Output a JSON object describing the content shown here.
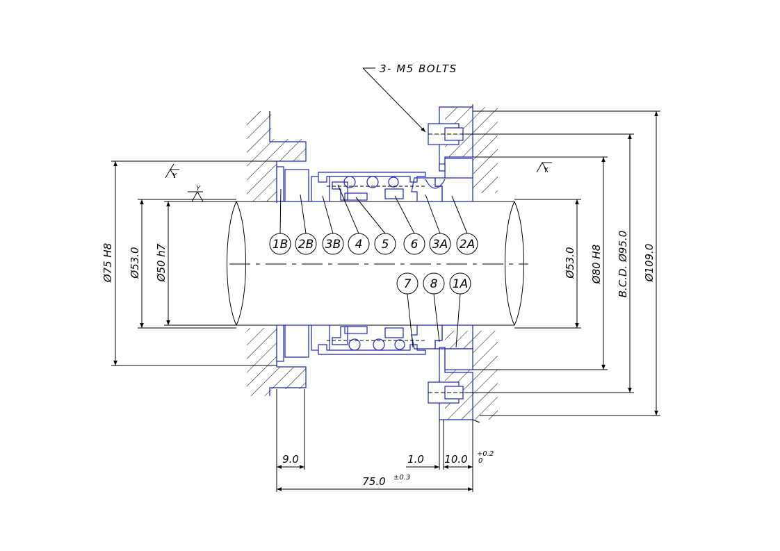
{
  "bolt_note": "3- M5 BOLTS",
  "surface_mark": "Y",
  "part_labels": {
    "upper": [
      "1B",
      "2B",
      "3B",
      "4",
      "5",
      "6",
      "3A",
      "2A"
    ],
    "lower": [
      "7",
      "8",
      "1A"
    ]
  },
  "dimensions": {
    "left": [
      "Ø75 H8",
      "Ø53.0",
      "Ø50 h7"
    ],
    "right": [
      "Ø53.0",
      "Ø80 H8",
      "B.C.D. Ø95.0",
      "Ø109.0"
    ],
    "bottom": {
      "width_9": "9.0",
      "gap_1": "1.0",
      "width_10": "10.0",
      "tol_10_upper": "+0.2",
      "tol_10_lower": "0",
      "overall": "75.0",
      "overall_tol": "±0.3"
    }
  },
  "colors": {
    "outline": "#1c22c8",
    "lines": "#000000"
  }
}
